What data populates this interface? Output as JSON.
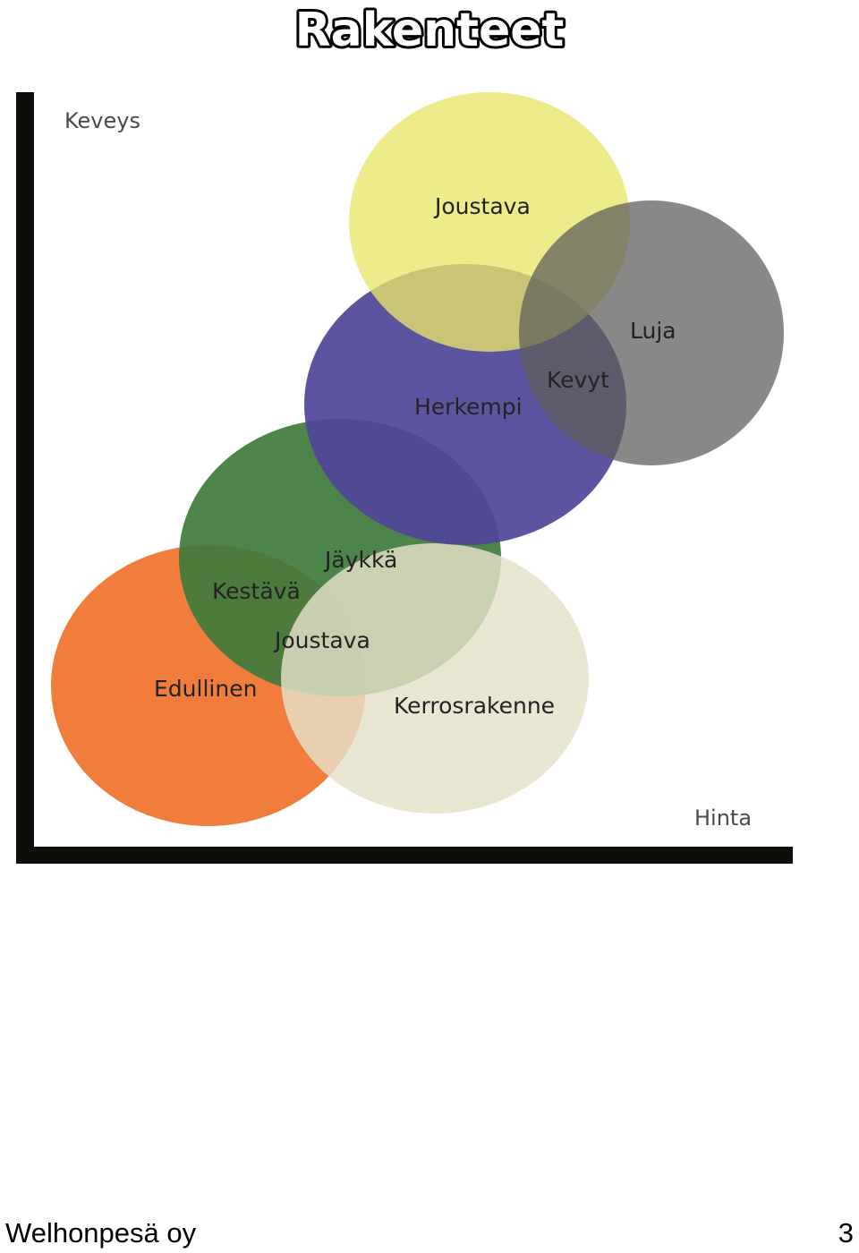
{
  "title": "Rakenteet",
  "axes": {
    "y_label": "Keveys",
    "x_label": "Hinta"
  },
  "circles": [
    {
      "id": "orange",
      "color": "#f07d3c",
      "labels": [
        "Edullinen"
      ]
    },
    {
      "id": "green",
      "color": "#4e7f46",
      "labels": [
        "Kestävä",
        "Jäykkä",
        "Joustava"
      ]
    },
    {
      "id": "cream",
      "color": "#e6e4cd",
      "labels": [
        "Kerrosrakenne"
      ]
    },
    {
      "id": "purple",
      "color": "#5a509b",
      "labels": [
        "Herkempi"
      ]
    },
    {
      "id": "yellow",
      "color": "#e8e46c",
      "labels": [
        "Joustava"
      ]
    },
    {
      "id": "grey",
      "color": "#7a7a78",
      "labels": [
        "Luja",
        "Kevyt"
      ]
    }
  ],
  "footer": {
    "company": "Welhonpesä oy",
    "page_number": "3"
  }
}
